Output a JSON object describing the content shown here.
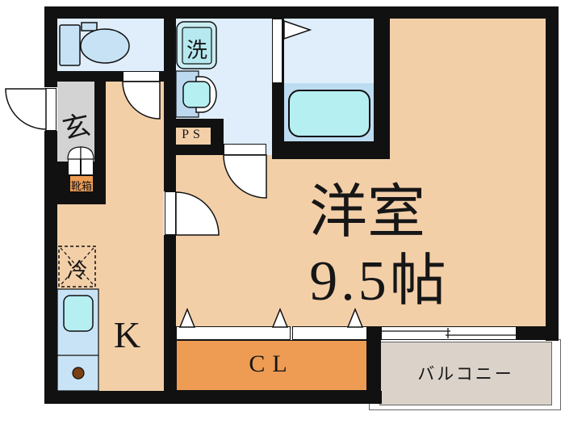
{
  "rooms": {
    "toilet": {
      "name": "toilet-room"
    },
    "entrance": {
      "label": "玄"
    },
    "shoe_box": {
      "label": "靴箱"
    },
    "washroom": {
      "washer_label": "洗"
    },
    "pipe_space": {
      "label": "PS"
    },
    "bathroom": {
      "name": "bathroom-with-tub"
    },
    "kitchen": {
      "label": "K",
      "fridge_label": "冷"
    },
    "main_room": {
      "label": "洋室",
      "size": "9.5帖"
    },
    "closet": {
      "label": "CL"
    },
    "balcony": {
      "label": "バルコニー"
    }
  },
  "colors": {
    "wall": "#111111",
    "room_peach": "#F3CFA8",
    "entrance_gray": "#D3D3D3",
    "wet_blue": "#DFEEFA",
    "fixture_blue": "#C7E2F5",
    "counter_blue": "#BCD9F0",
    "bath_floor_blue": "#BDDCF2",
    "cyan": "#B5EFF2",
    "washer_outer": "#C9ECF2",
    "washer_inner": "#B6E8EF",
    "orange": "#EE9C53",
    "balcony_beige": "#DBD3CA",
    "burner_brown": "#7B3F14"
  }
}
